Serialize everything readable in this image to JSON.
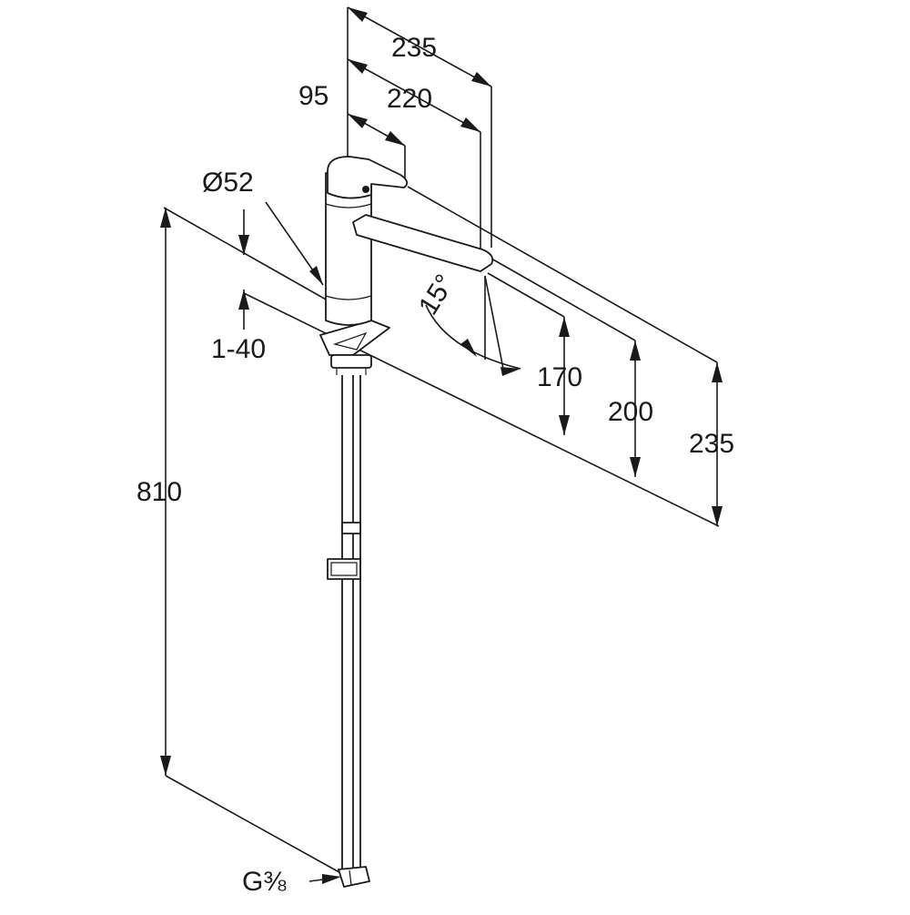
{
  "dimensions": {
    "width_total": "235",
    "width_spout": "220",
    "width_lever": "95",
    "diameter": "Ø52",
    "deck_thickness": "1-40",
    "hose_length": "810",
    "swivel_angle": "15°",
    "height_outlet": "170",
    "height_spout": "200",
    "height_total": "235",
    "thread": "G⅜"
  }
}
